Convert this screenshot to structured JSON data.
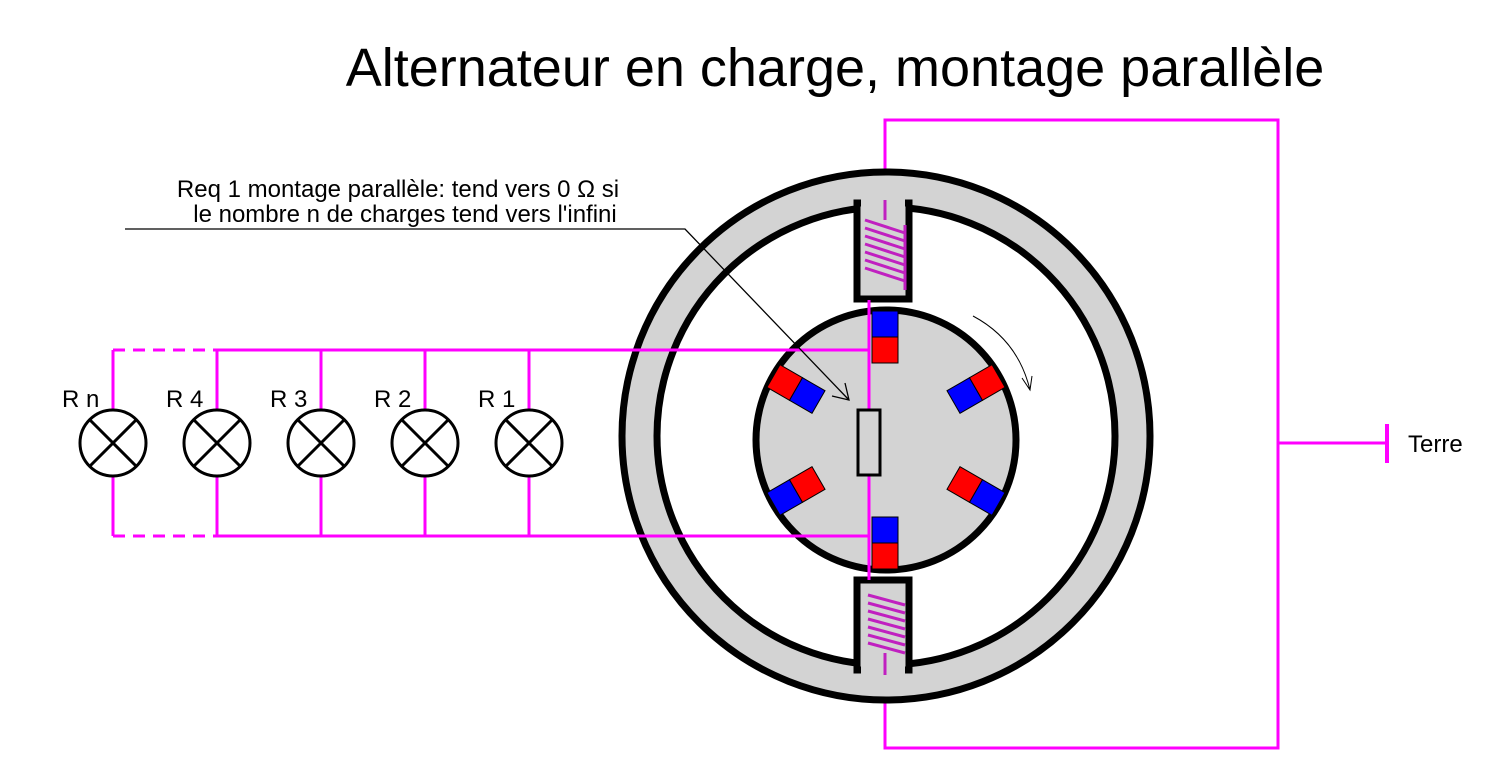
{
  "title": "Alternateur en charge, montage parallèle",
  "annotation": {
    "line1": "Req 1 montage parallèle: tend vers 0 Ω si",
    "line2": "le nombre n de charges tend vers l'infini"
  },
  "loads": [
    {
      "label": "R n"
    },
    {
      "label": "R 4"
    },
    {
      "label": "R 3"
    },
    {
      "label": "R 2"
    },
    {
      "label": "R 1"
    }
  ],
  "ground_label": "Terre",
  "colors": {
    "wire": "#ff00ff",
    "iron": "#d3d3d3",
    "north": "#0000ff",
    "south": "#ff0000"
  }
}
